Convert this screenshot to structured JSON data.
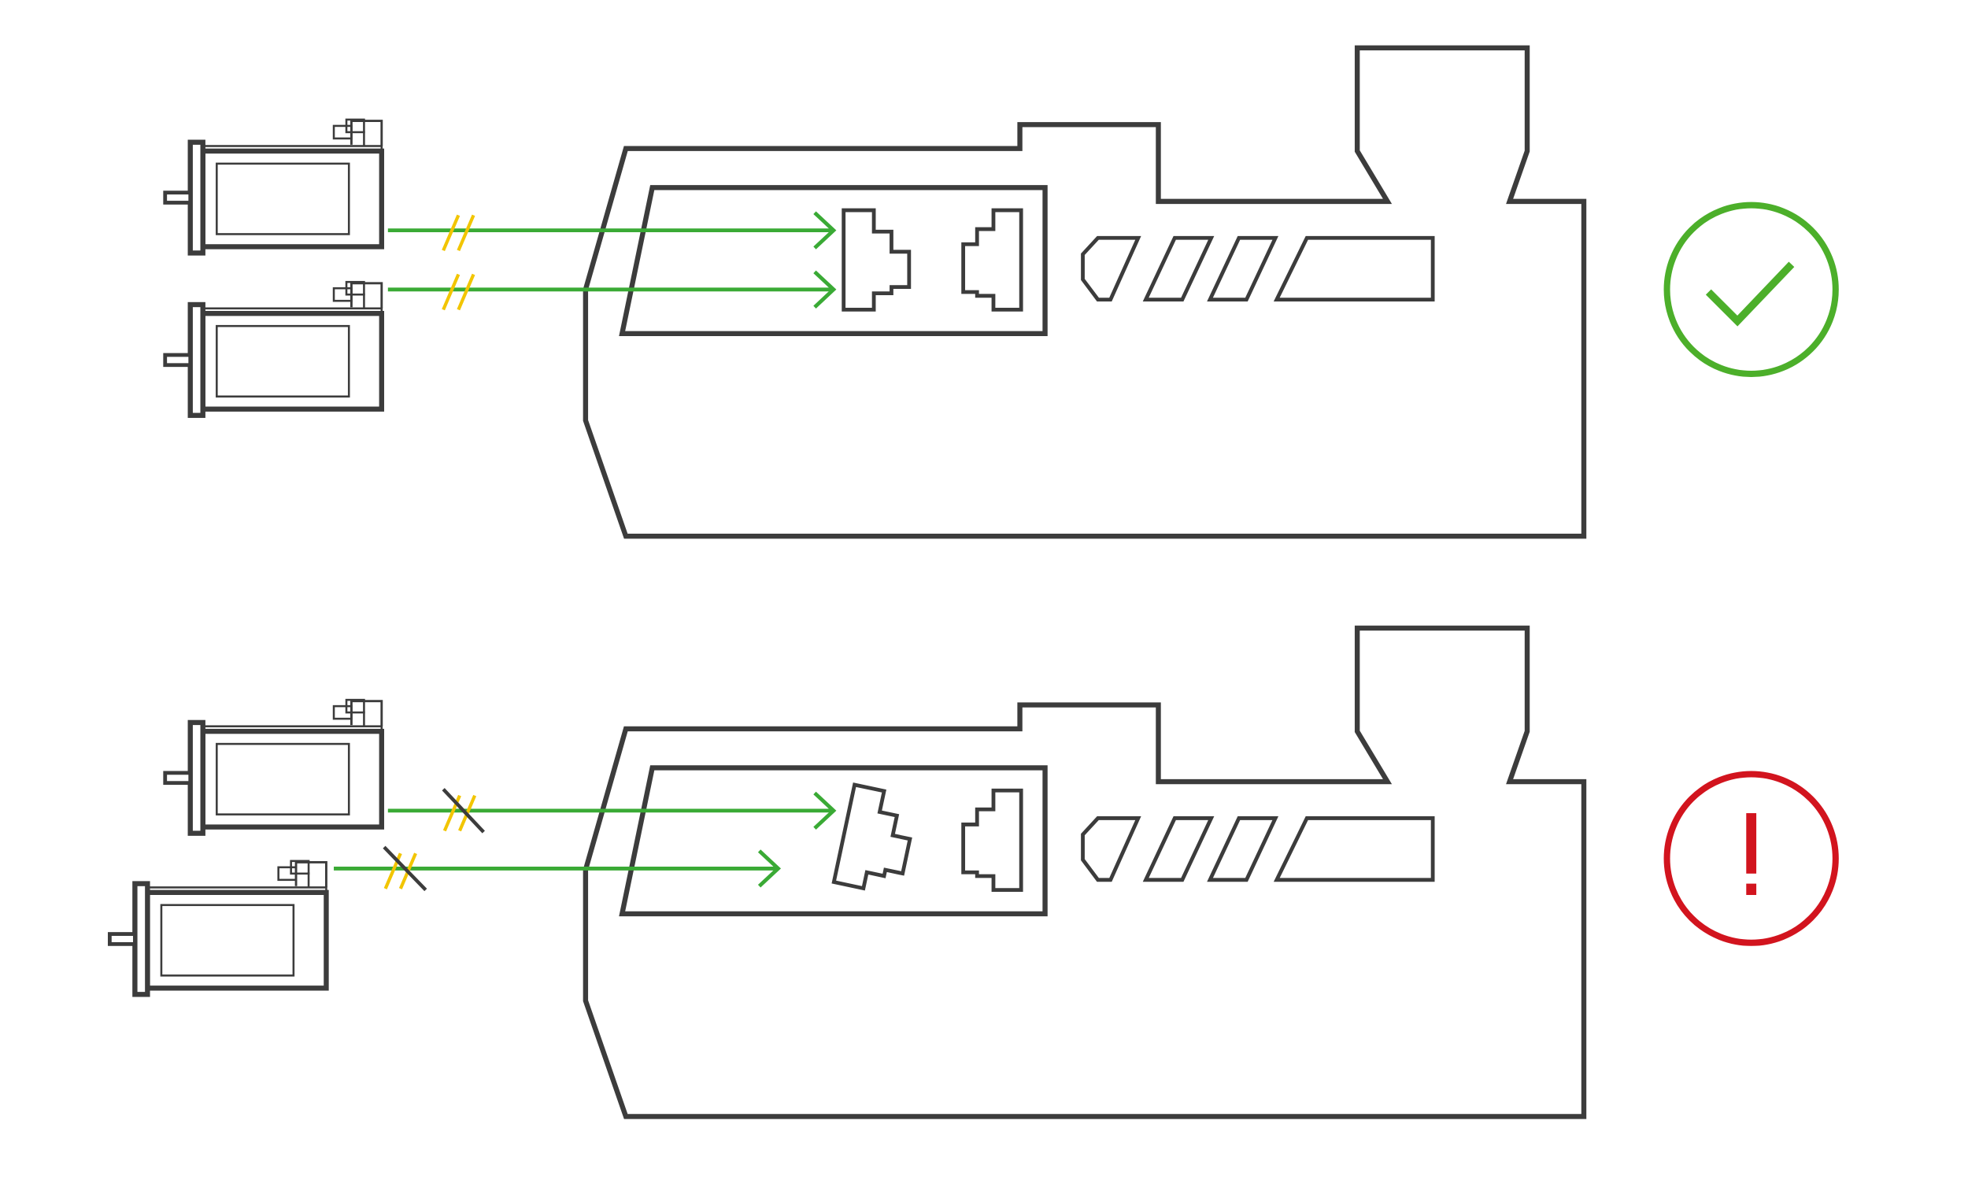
{
  "colors": {
    "outline": "#3c3c3c",
    "signal": "#3aaa35",
    "interference": "#f2c500",
    "ok": "#4caf2a",
    "error": "#d2141e",
    "background": "#ffffff"
  },
  "panels": [
    {
      "name": "correct-wiring",
      "status": "ok",
      "status_icon": "checkmark-icon",
      "cables": [
        "parallel-cable",
        "parallel-cable"
      ],
      "connector_state": "aligned"
    },
    {
      "name": "incorrect-wiring",
      "status": "error",
      "status_icon": "exclamation-icon",
      "status_text": "!",
      "cables": [
        "interrupted-cable",
        "interrupted-cable"
      ],
      "connector_state": "misaligned"
    }
  ]
}
